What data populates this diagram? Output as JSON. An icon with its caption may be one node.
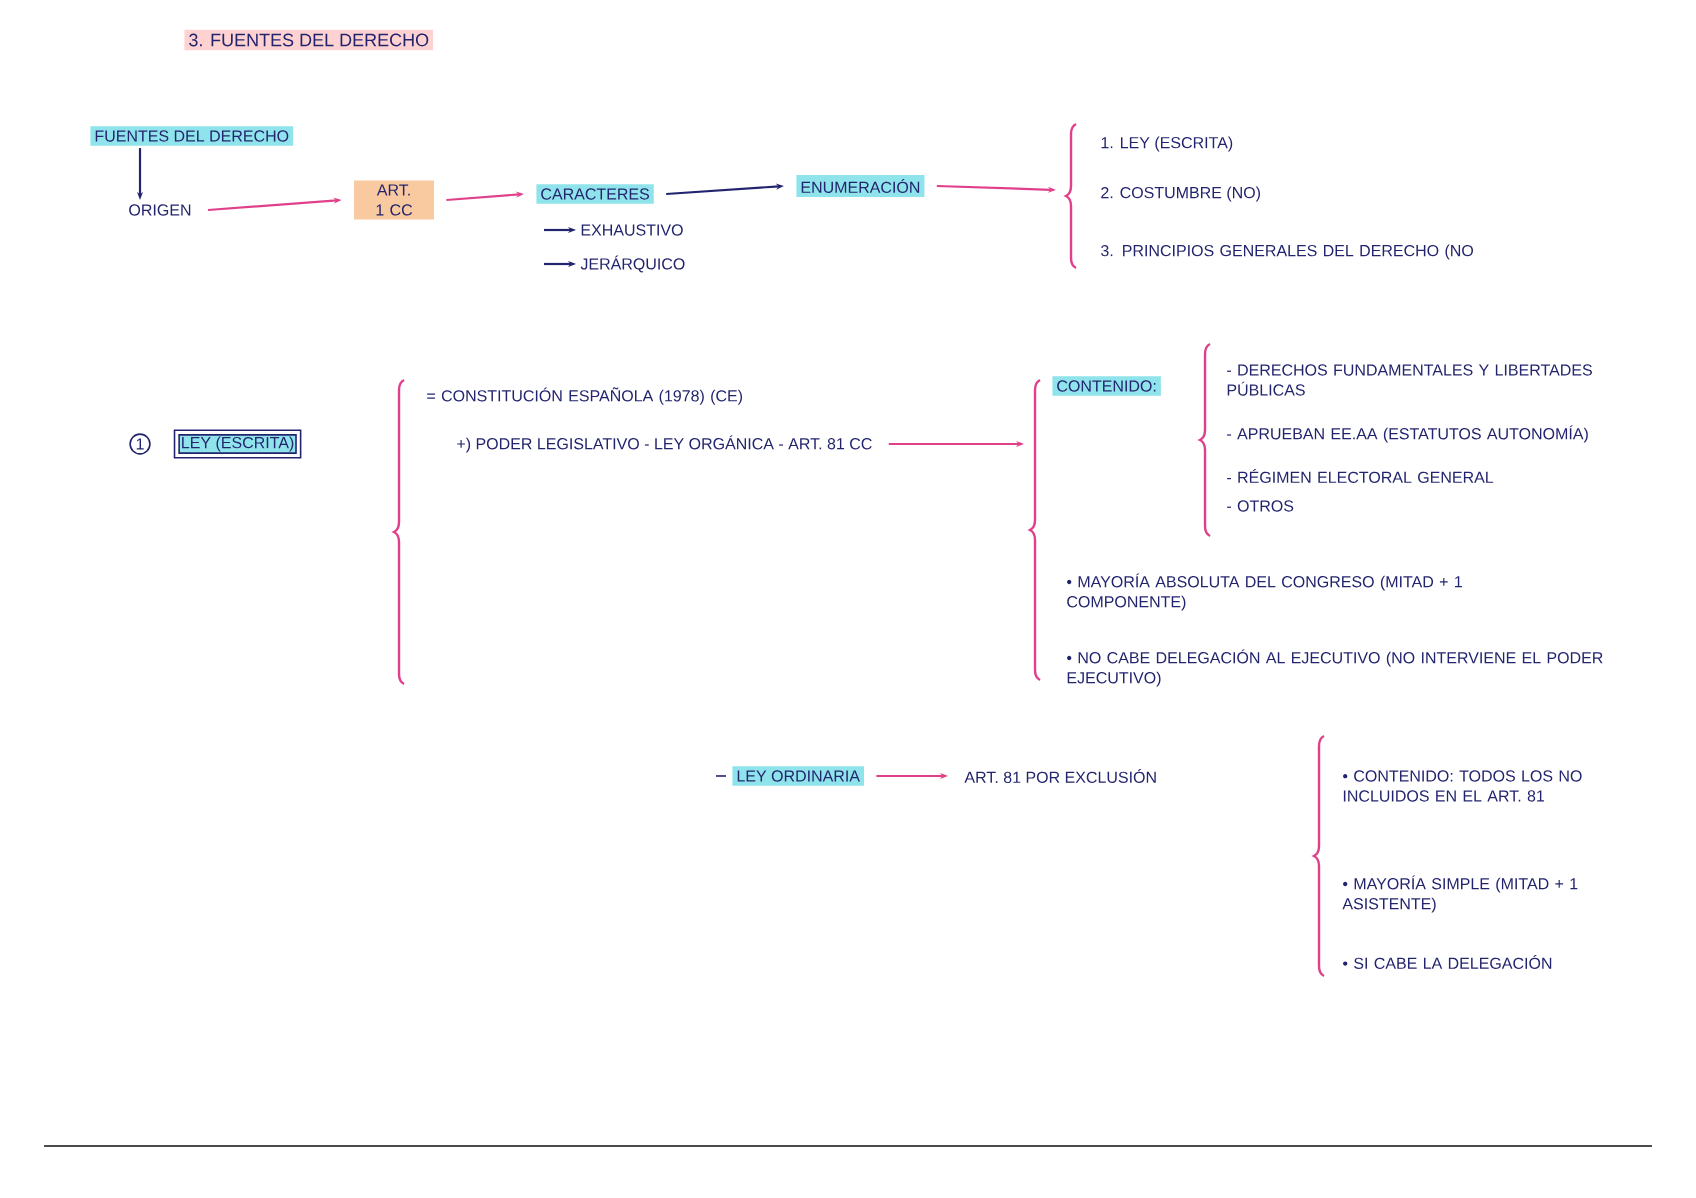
{
  "diagram": {
    "title": "3. FUENTES DEL DERECHO",
    "nodes": [
      {
        "text": [
          "FUENTES DEL DERECHO"
        ]
      },
      {
        "text": [
          "ORIGEN"
        ]
      },
      {
        "text": [
          "ART. 1 CC"
        ]
      },
      {
        "text": [
          "CARACTERES"
        ]
      },
      {
        "text": [
          "EXHAUSTIVO"
        ]
      },
      {
        "text": [
          "JERÁRQUICO"
        ]
      },
      {
        "text": [
          "ENUMERACIÓN"
        ]
      },
      {
        "text": [
          "1. LEY (ESCRITA)"
        ]
      },
      {
        "text": [
          "2. COSTUMBRE (NO)"
        ]
      },
      {
        "text": [
          "3. PRINCIPIOS GENERALES DEL DERECHO (NO"
        ]
      },
      {
        "text": [
          "1"
        ]
      },
      {
        "text": [
          "LEY (ESCRITA)"
        ]
      },
      {
        "text": [
          "+) PODER LEGISLATIVO - LEY ORGÁNICA - ART. 81 CC"
        ]
      },
      {
        "text": [
          "CONTENIDO:"
        ]
      },
      {
        "text": [
          "LEY ORDINARIA"
        ]
      },
      {
        "text": [
          "ART. 81 POR EXCLUSIÓN"
        ]
      }
    ],
    "edges": [
      {
        "from": 0,
        "to": 1,
        "arrow": "to",
        "color": "#23246e"
      },
      {
        "from": 1,
        "to": 2,
        "arrow": "to"
      },
      {
        "from": 2,
        "to": 3,
        "arrow": "to"
      },
      {
        "from": null,
        "to": 4,
        "arrow": "to",
        "color": "#23246e"
      },
      {
        "from": null,
        "to": 5,
        "arrow": "to",
        "color": "#23246e"
      },
      {
        "from": 3,
        "to": 6,
        "arrow": "to",
        "color": "#23246e"
      },
      {
        "from": 6,
        "to": null,
        "arrow": "to"
      },
      {
        "from": 12,
        "to": null,
        "arrow": "to"
      },
      {
        "from": 14,
        "to": 15,
        "arrow": "to"
      }
    ],
    "labels": [
      "= CONSTITUCIÓN ESPAÑOLA (1978) (CE)",
      "- DERECHOS FUNDAMENTALES Y LIBERTADES PÚBLICAS",
      "- APRUEBAN EE.AA (ESTATUTOS AUTONOMÍA)",
      "- RÉGIMEN ELECTORAL GENERAL",
      "- OTROS",
      "• MAYORÍA ABSOLUTA DEL CONGRESO (MITAD + 1 COMPONENTE)",
      "• NO CABE DELEGACIÓN AL EJECUTIVO (NO INTERVIENE EL PODER EJECUTIVO)",
      "• CONTENIDO: TODOS LOS NO INCLUIDOS EN EL ART. 81",
      "• MAYORÍA SIMPLE (MITAD + 1 ASISTENTE)",
      "• SI CABE LA DELEGACIÓN"
    ]
  }
}
